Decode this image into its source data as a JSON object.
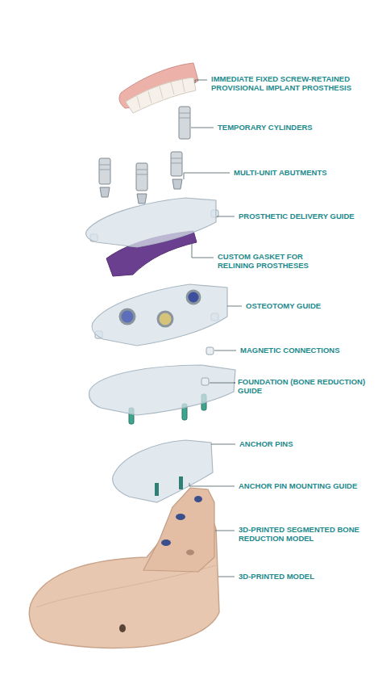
{
  "diagram": {
    "labels": [
      "IMMEDIATE FIXED SCREW-RETAINED PROVISIONAL IMPLANT PROSTHESIS",
      "TEMPORARY CYLINDERS",
      "MULTI-UNIT ABUTMENTS",
      "PROSTHETIC DELIVERY GUIDE",
      "CUSTOM GASKET FOR RELINING PROSTHESES",
      "OSTEOTOMY GUIDE",
      "MAGNETIC CONNECTIONS",
      "FOUNDATION (BONE REDUCTION) GUIDE",
      "ANCHOR PINS",
      "ANCHOR PIN MOUNTING GUIDE",
      "3D-PRINTED SEGMENTED BONE REDUCTION MODEL",
      "3D-PRINTED MODEL"
    ]
  }
}
